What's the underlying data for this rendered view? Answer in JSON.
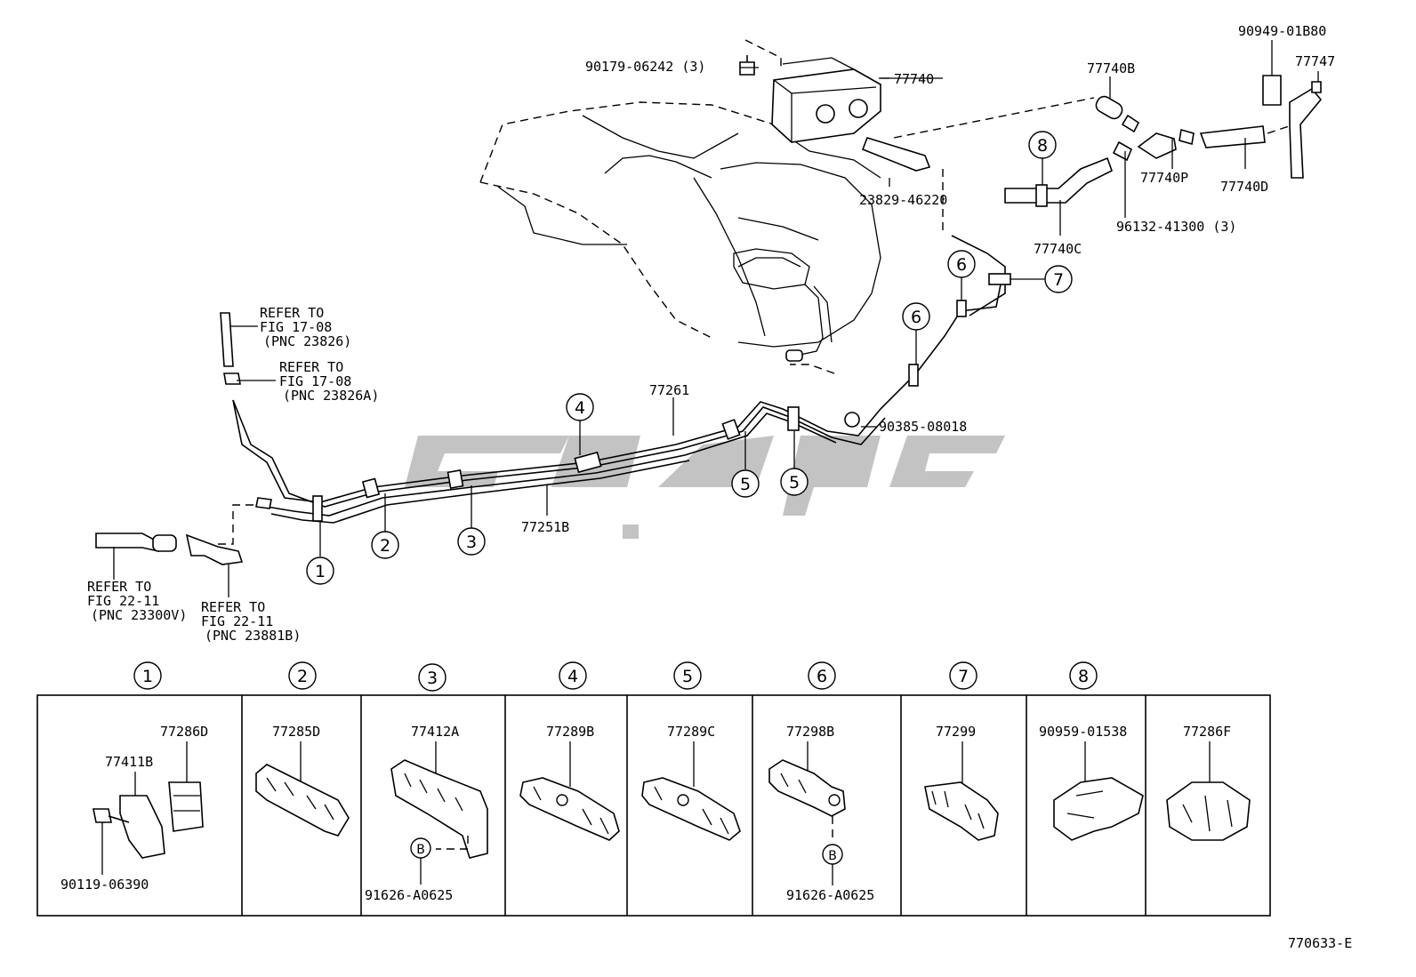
{
  "diagram": {
    "labels": {
      "p90179": "90179-06242 (3)",
      "p77740": "77740",
      "p23829": "23829-46220",
      "p77740B": "77740B",
      "p96132": "96132-41300 (3)",
      "p77740P": "77740P",
      "p77740D": "77740D",
      "p77740C": "77740C",
      "p90949": "90949-01B80",
      "p77747": "77747",
      "p77261": "77261",
      "p77251B": "77251B",
      "p90385": "90385-08018",
      "figure_code": "770633-E"
    },
    "refs": [
      {
        "l1": "REFER TO",
        "l2": "FIG 17-08",
        "l3": "(PNC 23826)"
      },
      {
        "l1": "REFER TO",
        "l2": "FIG 17-08",
        "l3": "(PNC 23826A)"
      },
      {
        "l1": "REFER TO",
        "l2": "FIG 22-11",
        "l3": "(PNC 23300V)"
      },
      {
        "l1": "REFER TO",
        "l2": "FIG 22-11",
        "l3": "(PNC 23881B)"
      }
    ],
    "callouts": [
      "1",
      "2",
      "3",
      "4",
      "5",
      "5",
      "6",
      "6",
      "7",
      "8"
    ],
    "b_marker": "B",
    "panels": [
      {
        "num": "1",
        "parts": [
          "77286D",
          "77411B",
          "90119-06390"
        ]
      },
      {
        "num": "2",
        "parts": [
          "77285D"
        ]
      },
      {
        "num": "3",
        "parts": [
          "77412A",
          "91626-A0625"
        ]
      },
      {
        "num": "4",
        "parts": [
          "77289B"
        ]
      },
      {
        "num": "5",
        "parts": [
          "77289C"
        ]
      },
      {
        "num": "6",
        "parts": [
          "77298B",
          "91626-A0625"
        ]
      },
      {
        "num": "7",
        "parts": [
          "77299"
        ]
      },
      {
        "num": "8",
        "parts": [
          "90959-01538"
        ]
      },
      {
        "num": "",
        "parts": [
          "77286F"
        ]
      }
    ]
  }
}
